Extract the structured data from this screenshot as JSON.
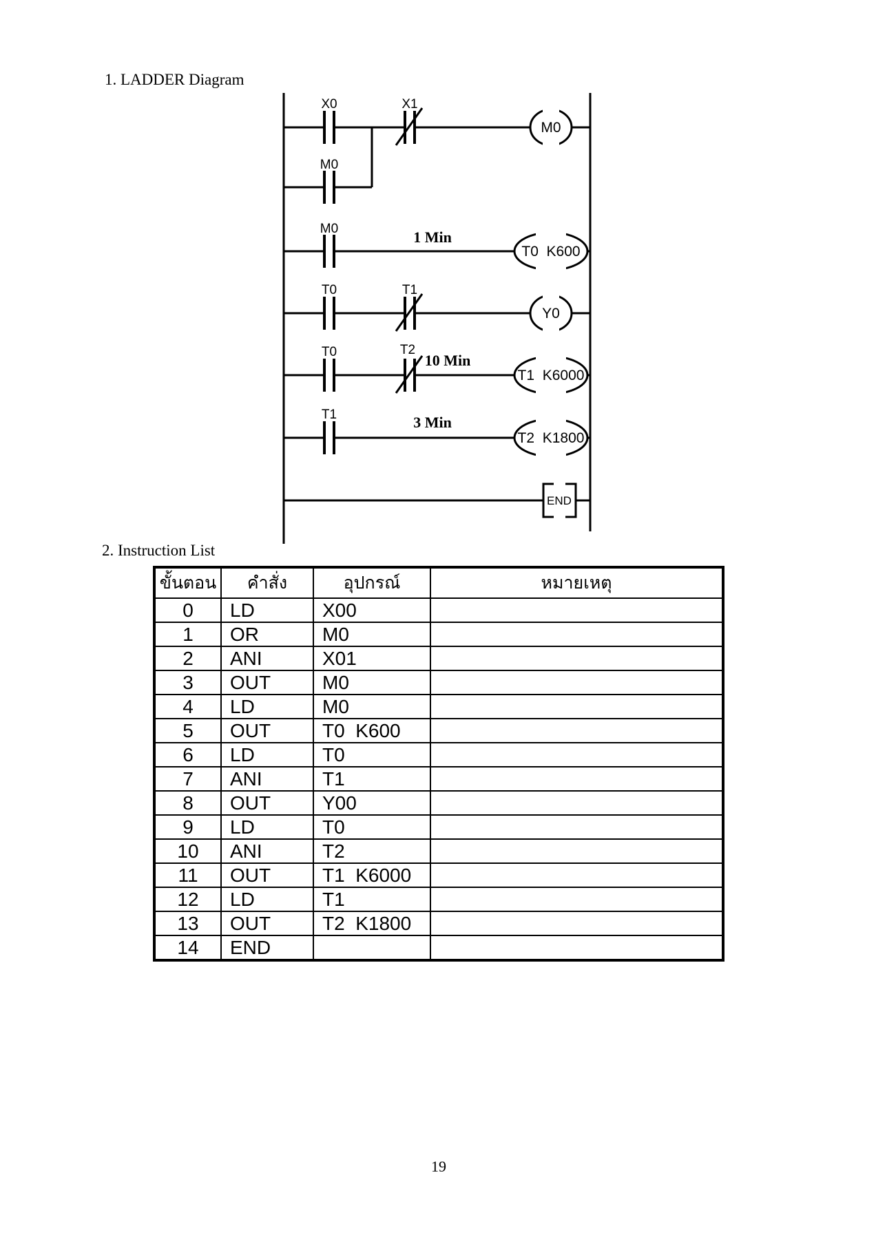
{
  "page": {
    "section1_title": "1. LADDER Diagram",
    "section2_title": "2. Instruction List",
    "page_number": "19"
  },
  "ladder": {
    "rung1": {
      "contact1": "X0",
      "contact2": "X1",
      "coil": "M0"
    },
    "branch": {
      "contact": "M0"
    },
    "rung2": {
      "contact": "M0",
      "time_label": "1 Min",
      "coil": "T0  K600"
    },
    "rung3": {
      "contact1": "T0",
      "contact2": "T1",
      "coil": "Y0"
    },
    "rung4": {
      "contact1": "T0",
      "contact2": "T2",
      "time_label": "10 Min",
      "coil": "T1  K6000"
    },
    "rung5": {
      "contact": "T1",
      "time_label": "3 Min",
      "coil": "T2  K1800"
    },
    "end_rung": {
      "label": "END"
    }
  },
  "table": {
    "headers": [
      "ขั้นตอน",
      "คำสั่ง",
      "อุปกรณ์",
      "หมายเหตุ"
    ],
    "rows": [
      {
        "step": "0",
        "command": "LD",
        "device": "X00",
        "remark": ""
      },
      {
        "step": "1",
        "command": "OR",
        "device": "M0",
        "remark": ""
      },
      {
        "step": "2",
        "command": "ANI",
        "device": "X01",
        "remark": ""
      },
      {
        "step": "3",
        "command": "OUT",
        "device": "M0",
        "remark": ""
      },
      {
        "step": "4",
        "command": "LD",
        "device": "M0",
        "remark": ""
      },
      {
        "step": "5",
        "command": "OUT",
        "device": "T0  K600",
        "remark": ""
      },
      {
        "step": "6",
        "command": "LD",
        "device": "T0",
        "remark": ""
      },
      {
        "step": "7",
        "command": "ANI",
        "device": "T1",
        "remark": ""
      },
      {
        "step": "8",
        "command": "OUT",
        "device": "Y00",
        "remark": ""
      },
      {
        "step": "9",
        "command": "LD",
        "device": "T0",
        "remark": ""
      },
      {
        "step": "10",
        "command": "ANI",
        "device": "T2",
        "remark": ""
      },
      {
        "step": "11",
        "command": "OUT",
        "device": "T1  K6000",
        "remark": ""
      },
      {
        "step": "12",
        "command": "LD",
        "device": "T1",
        "remark": ""
      },
      {
        "step": "13",
        "command": "OUT",
        "device": "T2  K1800",
        "remark": ""
      },
      {
        "step": "14",
        "command": "END",
        "device": "",
        "remark": ""
      }
    ]
  }
}
